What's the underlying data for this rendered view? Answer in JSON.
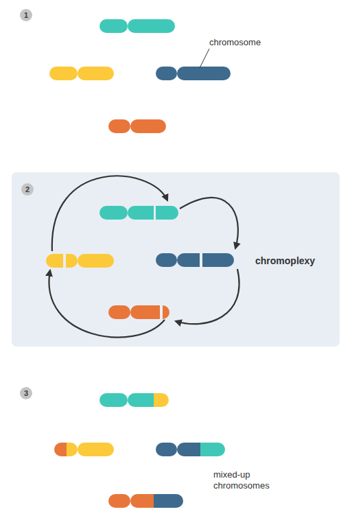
{
  "diagram": {
    "nodes": [
      {
        "text": [
          "1"
        ]
      },
      {
        "text": [
          "chromoplexy"
        ]
      },
      {
        "text": [
          "2"
        ],
        "in": 1
      },
      {
        "text": [
          "3"
        ]
      }
    ],
    "labels": [
      "chromosome",
      "mixed-up chromosomes"
    ]
  }
}
